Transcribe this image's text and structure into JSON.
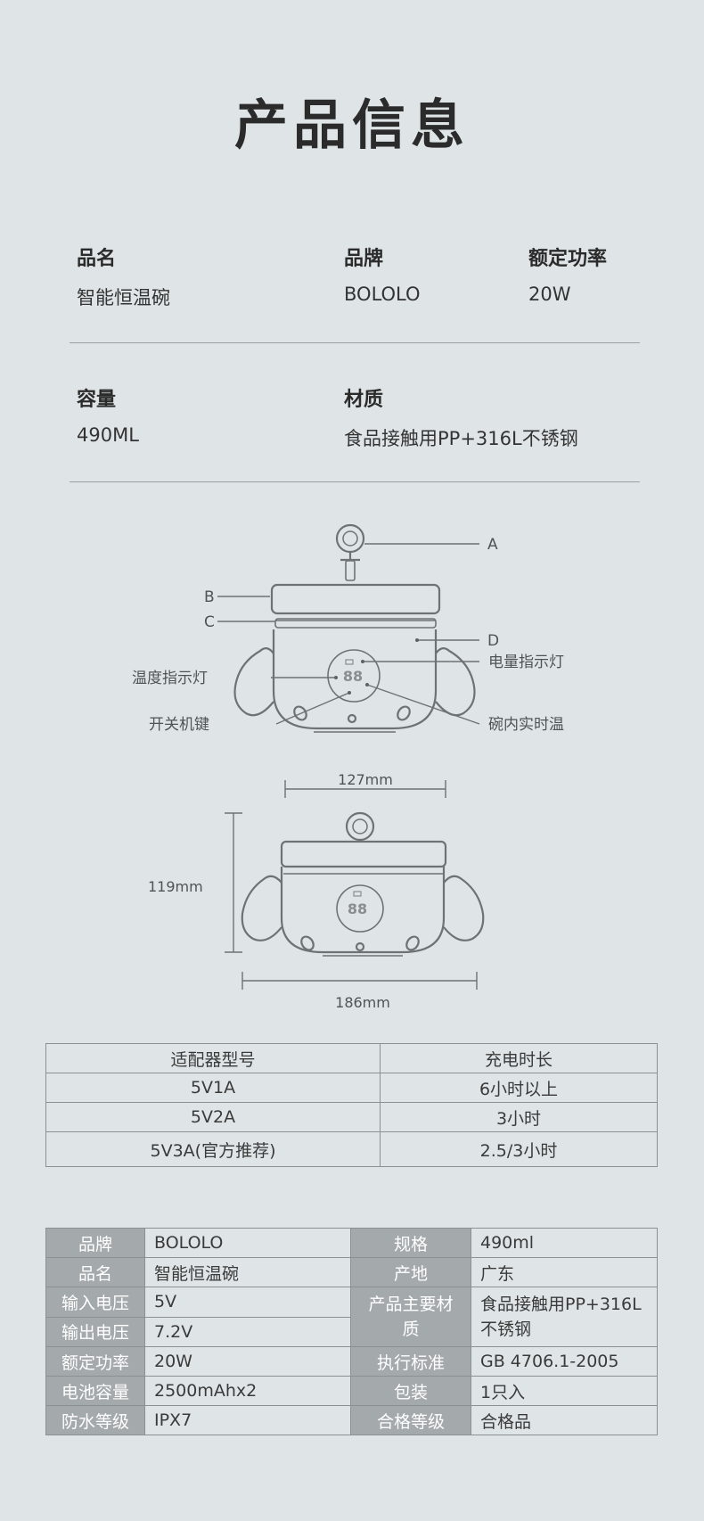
{
  "page_title": "产品信息",
  "info": {
    "row1": [
      {
        "label": "品名",
        "value": "智能恒温碗"
      },
      {
        "label": "品牌",
        "value": "BOLOLO"
      },
      {
        "label": "额定功率",
        "value": "20W"
      }
    ],
    "row2": [
      {
        "label": "容量",
        "value": "490ML"
      },
      {
        "label": "材质",
        "value": "食品接触用PP+316L不锈钢"
      }
    ]
  },
  "diagram": {
    "callouts": {
      "a": "A",
      "b": "B",
      "c": "C",
      "d": "D",
      "temp_light": "温度指示灯",
      "switch": "开关机键",
      "battery_light": "电量指示灯",
      "bowl_temp": "碗内实时温"
    },
    "display_digits": "88",
    "dims": {
      "top_width": "127mm",
      "height": "119mm",
      "width": "186mm"
    }
  },
  "charge_table": {
    "headers": [
      "适配器型号",
      "充电时长"
    ],
    "rows": [
      [
        "5V1A",
        "6小时以上"
      ],
      [
        "5V2A",
        "3小时"
      ],
      [
        "5V3A(官方推荐)",
        "2.5/3小时"
      ]
    ]
  },
  "spec_table": {
    "rows": [
      [
        "品牌",
        "BOLOLO",
        "规格",
        "490ml"
      ],
      [
        "品名",
        "智能恒温碗",
        "产地",
        "广东"
      ],
      [
        "输入电压",
        "5V",
        "产品主要材质",
        "食品接触用PP+316L不锈钢"
      ],
      [
        "输出电压",
        "7.2V"
      ],
      [
        "额定功率",
        "20W",
        "执行标准",
        "GB 4706.1-2005"
      ],
      [
        "电池容量",
        "2500mAhx2",
        "包装",
        "1只入"
      ],
      [
        "防水等级",
        "IPX7",
        "合格等级",
        "合格品"
      ]
    ]
  }
}
